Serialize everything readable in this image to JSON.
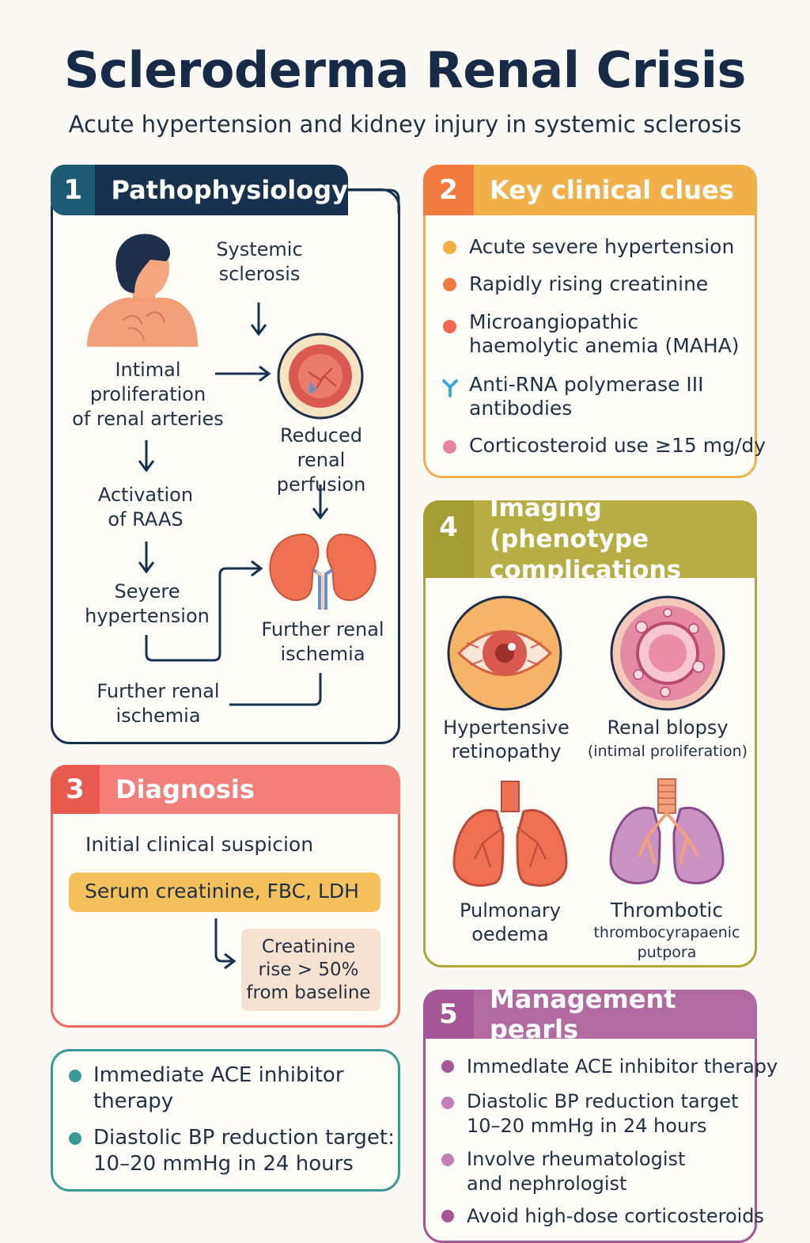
{
  "title": "Scleroderma Renal Crisis",
  "subtitle": "Acute hypertension and kidney injury in systemic sclerosis",
  "colors": {
    "navy": "#17324f",
    "orange": "#f27a3e",
    "amber": "#f2b049",
    "olive": "#b0a73b",
    "coral": "#ef6a5d",
    "teal": "#3a9a95",
    "plum": "#a65596"
  },
  "sections": {
    "patho": {
      "number": "1",
      "label": "Pathophysiology",
      "nodes": {
        "systemic": "Systemic\nsclerosis",
        "intimal": "Intimal\nproliferation\nof renal arteries",
        "reduced": "Reduced\nrenal perfusion",
        "raas": "Activation\nof RAAS",
        "severe": "Seyere\nhypertension",
        "further1": "Further renal\nischemia",
        "further2": "Further renal\nischemia"
      }
    },
    "clues": {
      "number": "2",
      "label": "Key clinical clues",
      "items": [
        {
          "text": "Acute severe hypertension",
          "color": "#f2b049"
        },
        {
          "text": "Rapidly rising creatinine",
          "color": "#f27a3e"
        },
        {
          "text": "Microangiopathic\nhaemolytic anemia (MAHA)",
          "color": "#ef6a4a"
        },
        {
          "text": "Anti-RNA polymerase III\nantibodies",
          "color": "#3aa9d8",
          "icon": "antibody-icon"
        },
        {
          "text": "Corticosteroid use ≥15 mg/dy",
          "color": "#e884a3"
        }
      ]
    },
    "diagnosis": {
      "number": "3",
      "label": "Diagnosis",
      "suspicion": "Initial clinical suspicion",
      "tests": "Serum creatinine, FBC, LDH",
      "creatinine": "Creatinine\nrise > 50%\nfrom baseline"
    },
    "treatment_box": {
      "items": [
        "Immediate ACE inhibitor\ntherapy",
        "Diastolic BP reduction target:\n10–20 mmHg in 24 hours"
      ]
    },
    "imaging": {
      "number": "4",
      "label": "Imaging (phenotype\ncomplications",
      "tiles": [
        {
          "title": "Hypertensive\nretinopathy",
          "sub": "",
          "icon": "eye-icon"
        },
        {
          "title": "Renal blopsy",
          "sub": "(intimal proliferation)",
          "icon": "renal-biopsy-icon"
        },
        {
          "title": "Pulmonary\noedema",
          "sub": "",
          "icon": "lungs-icon"
        },
        {
          "title": "Thrombotic",
          "sub": "thrombocyrapaenic\nputpora",
          "icon": "lungs-trachea-icon"
        }
      ]
    },
    "management": {
      "number": "5",
      "label": "Management pearls",
      "items": [
        "Immedlate ACE inhibitor therapy",
        "Diastolic BP reduction target\n10–20 mmHg in 24 hours",
        "Involve rheumatologist\nand nephrologist",
        "Avoid high-dose corticosteroids"
      ]
    }
  }
}
